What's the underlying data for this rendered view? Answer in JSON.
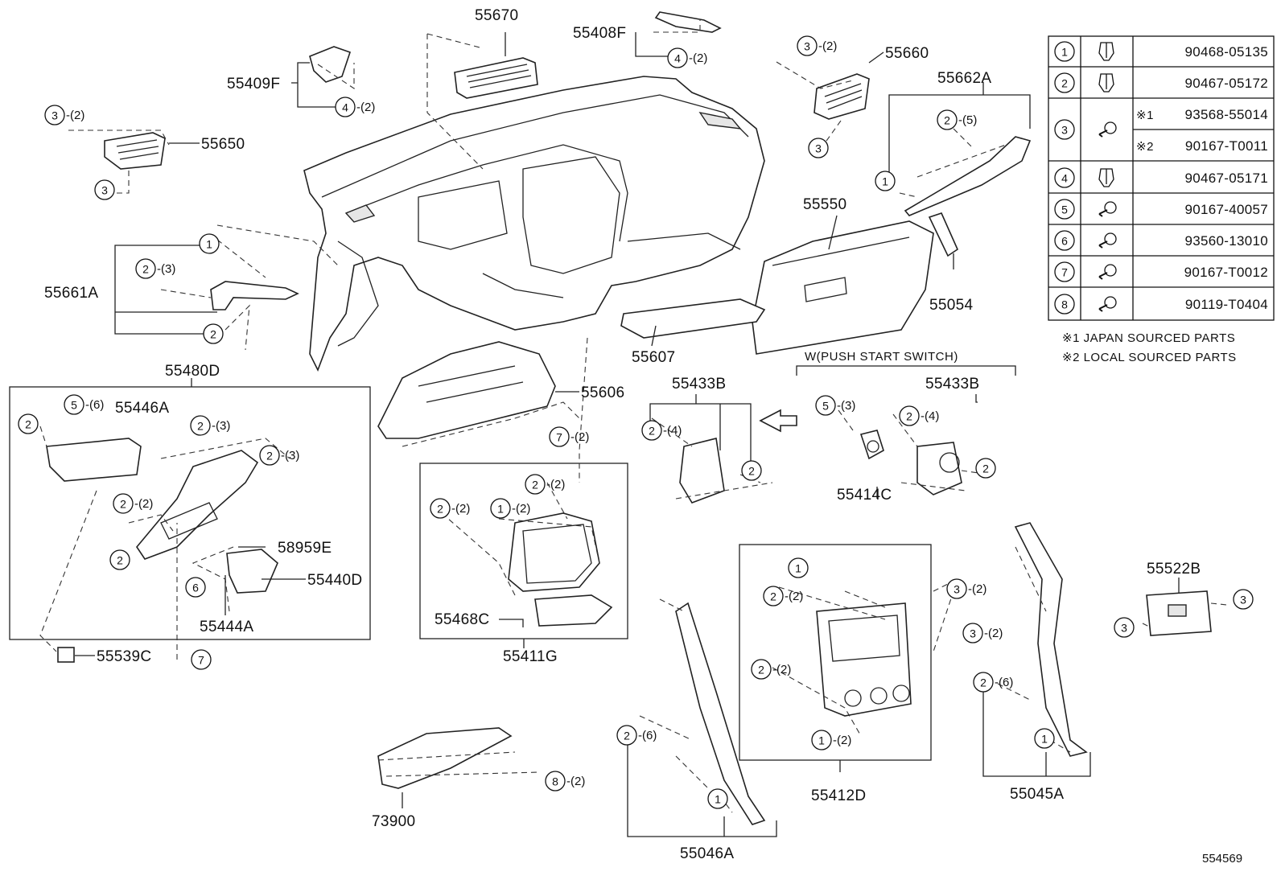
{
  "labels": {
    "p55670": "55670",
    "p55408F": "55408F",
    "p55409F": "55409F",
    "p55650": "55650",
    "p55660": "55660",
    "p55662A": "55662A",
    "p55550": "55550",
    "p55054": "55054",
    "p55661A": "55661A",
    "p55607": "55607",
    "p55606": "55606",
    "p55480D": "55480D",
    "p55446A": "55446A",
    "p58959E": "58959E",
    "p55440D": "55440D",
    "p55444A": "55444A",
    "p55539C": "55539C",
    "p55468C": "55468C",
    "p55411G": "55411G",
    "p55433B_a": "55433B",
    "p55433B_b": "55433B",
    "p55414C": "55414C",
    "p55522B": "55522B",
    "p55412D": "55412D",
    "p55045A": "55045A",
    "p55046A": "55046A",
    "p73900": "73900",
    "push_start": "W(PUSH START SWITCH)",
    "ref_code": "554569"
  },
  "quantities": {
    "q2": "-(2)",
    "q3": "-(3)",
    "q4": "-(4)",
    "q5": "-(5)",
    "q6": "-(6)"
  },
  "callout_numbers": [
    "1",
    "2",
    "3",
    "4",
    "5",
    "6",
    "7",
    "8"
  ],
  "fastener_table": [
    {
      "num": "1",
      "prefix": "",
      "part": "90468-05135",
      "icon": "clip-icon"
    },
    {
      "num": "2",
      "prefix": "",
      "part": "90467-05172",
      "icon": "clip-icon"
    },
    {
      "num": "3",
      "prefix": "※1",
      "part": "93568-55014",
      "icon": "screw-icon"
    },
    {
      "num": "",
      "prefix": "※2",
      "part": "90167-T0011",
      "icon": ""
    },
    {
      "num": "4",
      "prefix": "",
      "part": "90467-05171",
      "icon": "clip-icon"
    },
    {
      "num": "5",
      "prefix": "",
      "part": "90167-40057",
      "icon": "screw-icon"
    },
    {
      "num": "6",
      "prefix": "",
      "part": "93560-13010",
      "icon": "screw-icon"
    },
    {
      "num": "7",
      "prefix": "",
      "part": "90167-T0012",
      "icon": "screw-icon"
    },
    {
      "num": "8",
      "prefix": "",
      "part": "90119-T0404",
      "icon": "screw-icon"
    }
  ],
  "notes": {
    "note1": "※1 JAPAN SOURCED PARTS",
    "note2": "※2 LOCAL SOURCED PARTS"
  }
}
